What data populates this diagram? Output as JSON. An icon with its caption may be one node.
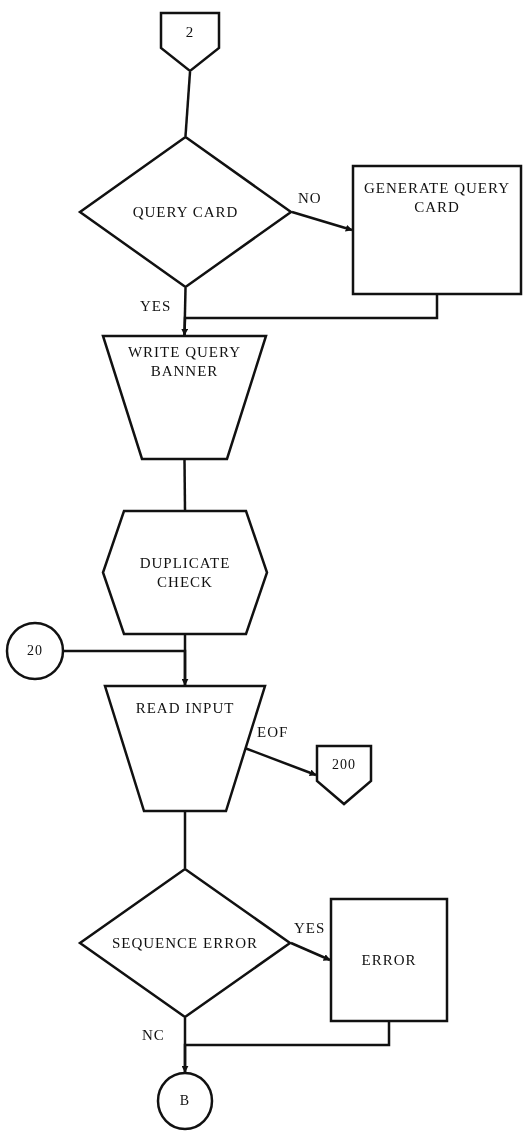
{
  "diagram": {
    "nodes": [
      {
        "text": [
          "2"
        ]
      },
      {
        "text": [
          "QUERY CARD"
        ]
      },
      {
        "text": [
          "GENERATE QUERY CARD"
        ]
      },
      {
        "text": [
          "WRITE QUERY BANNER"
        ]
      },
      {
        "text": [
          "DUPLICATE CHECK"
        ]
      },
      {
        "text": [
          "20"
        ]
      },
      {
        "text": [
          "READ INPUT"
        ]
      },
      {
        "text": [
          "200"
        ]
      },
      {
        "text": [
          "SEQUENCE ERROR"
        ]
      },
      {
        "text": [
          "ERROR"
        ]
      },
      {
        "text": [
          "B"
        ]
      }
    ],
    "edges": [
      {
        "from": 0,
        "to": 1,
        "arrow": "none"
      },
      {
        "from": 1,
        "to": 2,
        "arrow": "to",
        "label": "NO"
      },
      {
        "from": 1,
        "to": 3,
        "arrow": "none",
        "label": "YES"
      },
      {
        "from": 2,
        "to": 3,
        "arrow": "to"
      },
      {
        "from": 3,
        "to": 4,
        "arrow": "none"
      },
      {
        "from": 4,
        "to": 6,
        "arrow": "none"
      },
      {
        "from": 5,
        "to": 6,
        "arrow": "to"
      },
      {
        "from": 6,
        "to": 7,
        "arrow": "to",
        "label": "EOF"
      },
      {
        "from": 6,
        "to": 8,
        "arrow": "none"
      },
      {
        "from": 8,
        "to": 9,
        "arrow": "to",
        "label": "YES"
      },
      {
        "from": 8,
        "to": 10,
        "arrow": "none",
        "label": "NC"
      },
      {
        "from": 9,
        "to": 10,
        "arrow": "to"
      }
    ]
  }
}
